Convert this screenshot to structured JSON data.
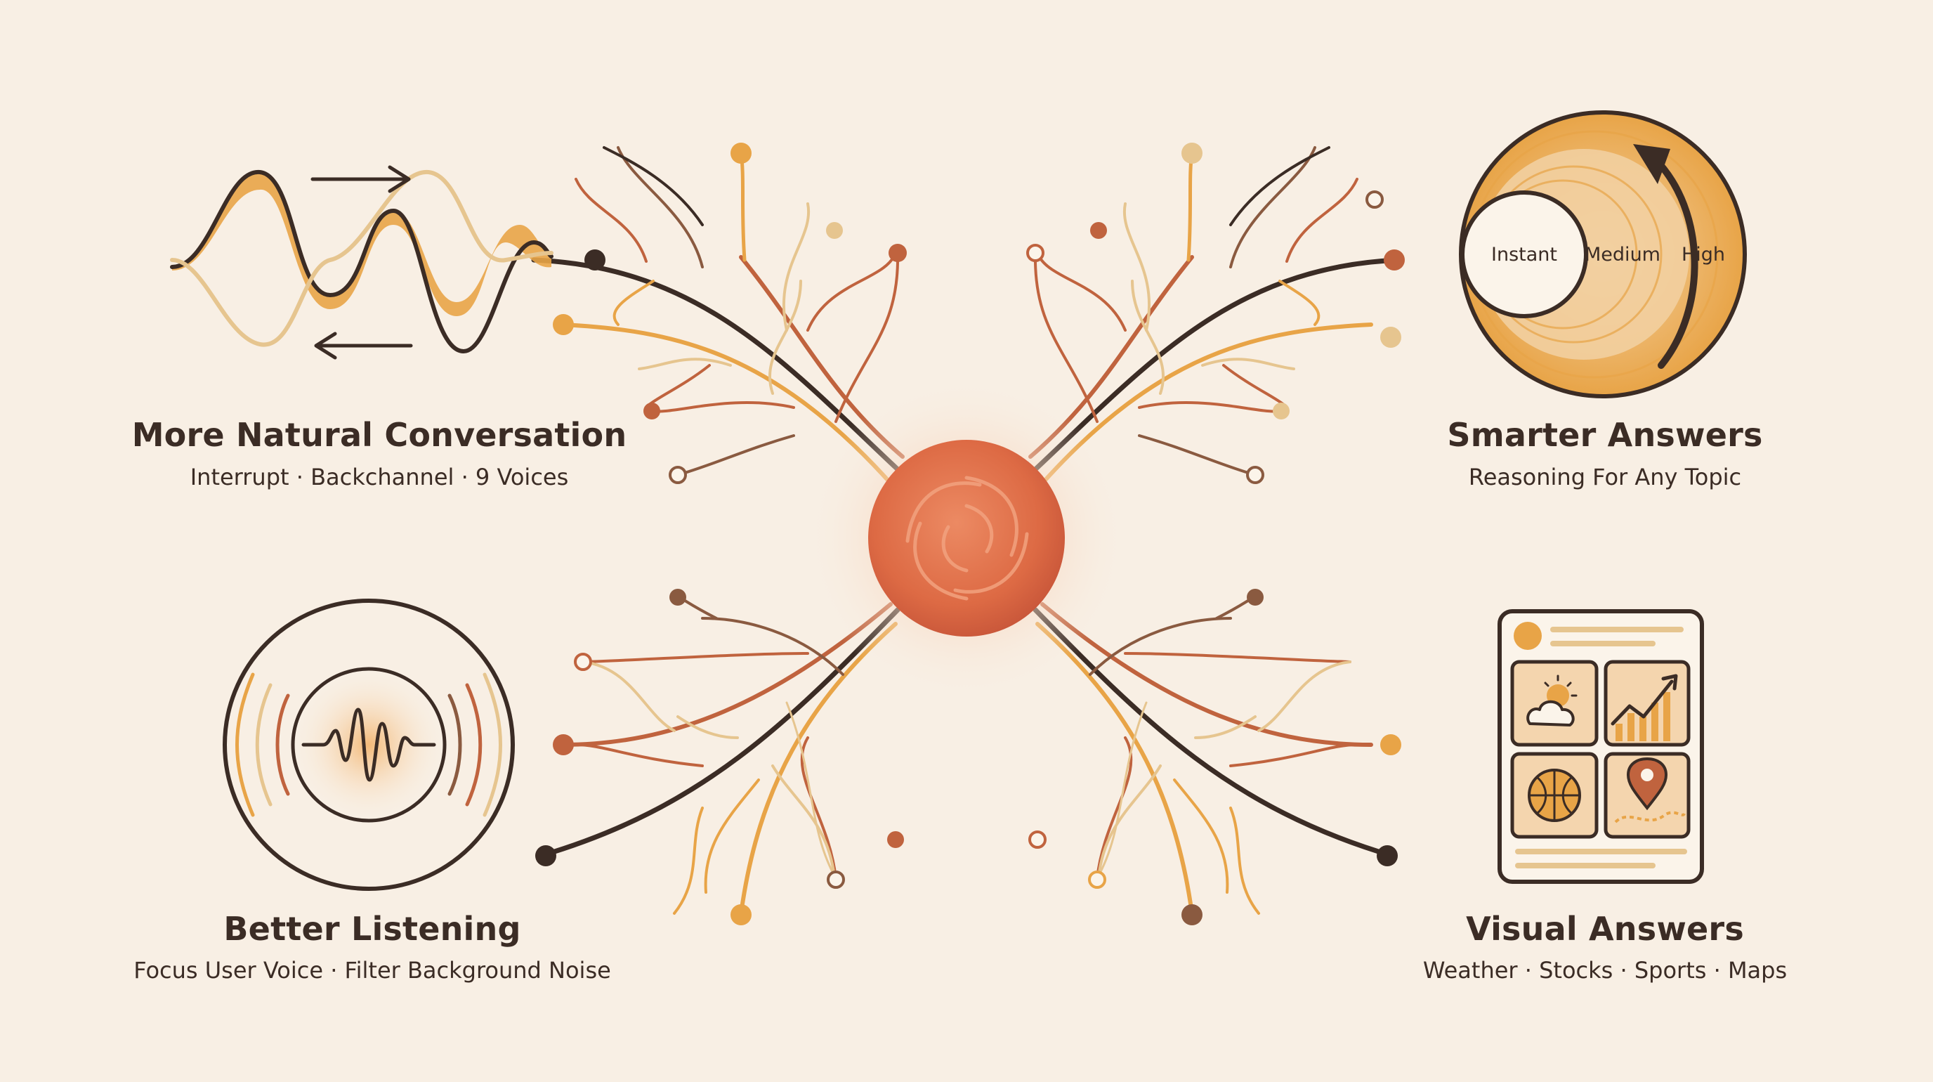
{
  "palette": {
    "background": "#f8efe4",
    "dark": "#3b2c25",
    "amber": "#e8a447",
    "rust": "#c0633e",
    "sand": "#e6c58f",
    "brown": "#8a5a40",
    "core": "#e0714a"
  },
  "features": {
    "conversation": {
      "title": "More Natural Conversation",
      "subtitle": "Interrupt · Backchannel · 9 Voices",
      "icon": "interleaved-waveforms-icon"
    },
    "answers": {
      "title": "Smarter Answers",
      "subtitle": "Reasoning For Any Topic",
      "icon": "reasoning-levels-dial-icon",
      "levels": [
        "Instant",
        "Medium",
        "High"
      ]
    },
    "listening": {
      "title": "Better Listening",
      "subtitle": "Focus User Voice · Filter Background Noise",
      "icon": "focused-voice-waveform-icon"
    },
    "visual": {
      "title": "Visual Answers",
      "subtitle": "Weather · Stocks · Sports · Maps",
      "icon": "visual-cards-panel-icon",
      "cards": [
        "weather-icon",
        "stocks-chart-icon",
        "basketball-icon",
        "map-pin-icon"
      ]
    }
  },
  "center": {
    "icon": "glowing-core-orb-icon"
  }
}
